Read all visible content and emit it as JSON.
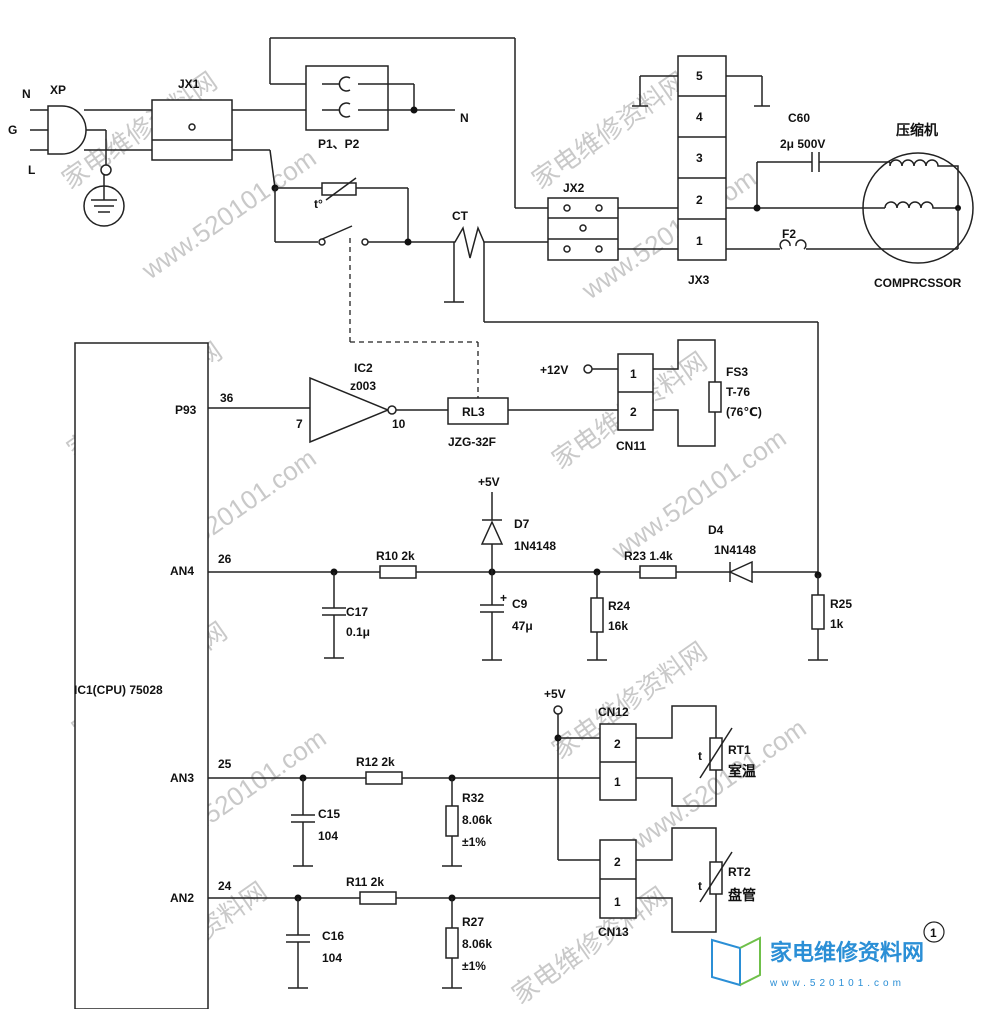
{
  "watermark": {
    "site_cn": "家电维修资料网",
    "site_url": "www.520101.com",
    "logo_cn": "家电维修资料网",
    "logo_url": "www.520101.com"
  },
  "figure_number": "1",
  "power": {
    "plug": "XP",
    "n": "N",
    "g": "G",
    "l": "L",
    "jx1": "JX1",
    "p1p2": "P1、P2",
    "n_out": "N",
    "thermal": "t°",
    "ct": "CT",
    "jx2": "JX2",
    "jx3": "JX3",
    "jx3_pins": [
      "5",
      "4",
      "3",
      "2",
      "1"
    ],
    "c60": "C60",
    "c60_val": "2μ 500V",
    "f2": "F2",
    "compressor_cn": "压缩机",
    "compressor_en": "COMPRCSSOR"
  },
  "cpu": {
    "name": "IC1(CPU) 75028",
    "p93": "P93",
    "an4": "AN4",
    "an3": "AN3",
    "an2": "AN2",
    "pin36": "36",
    "pin26": "26",
    "pin25": "25",
    "pin24": "24"
  },
  "relay": {
    "ic2": "IC2",
    "ic2_part": "z003",
    "pin7": "7",
    "pin10": "10",
    "rl3": "RL3",
    "rl3_part": "JZG-32F",
    "v12": "+12V",
    "cn11": "CN11",
    "cn11_pins": [
      "1",
      "2"
    ],
    "fs3": "FS3",
    "fs3_part": "T-76",
    "fs3_temp": "(76℃)"
  },
  "sense": {
    "v5a": "+5V",
    "d7": "D7",
    "d7_part": "1N4148",
    "r10": "R10 2k",
    "c17": "C17",
    "c17_val": "0.1μ",
    "c9": "C9",
    "c9_val": "47μ",
    "c9_plus": "+",
    "r24": "R24",
    "r24_val": "16k",
    "r23": "R23 1.4k",
    "d4": "D4",
    "d4_part": "1N4148",
    "r25": "R25",
    "r25_val": "1k"
  },
  "temp": {
    "v5b": "+5V",
    "cn12": "CN12",
    "cn12_pins": [
      "2",
      "1"
    ],
    "rt1": "RT1",
    "rt1_cn": "室温",
    "t1": "t",
    "r12": "R12 2k",
    "c15": "C15",
    "c15_val": "104",
    "r32": "R32",
    "r32_val": "8.06k",
    "r32_tol": "±1%",
    "cn13": "CN13",
    "cn13_pins": [
      "2",
      "1"
    ],
    "rt2": "RT2",
    "rt2_cn": "盘管",
    "t2": "t",
    "r11": "R11 2k",
    "c16": "C16",
    "c16_val": "104",
    "r27": "R27",
    "r27_val": "8.06k",
    "r27_tol": "±1%"
  }
}
